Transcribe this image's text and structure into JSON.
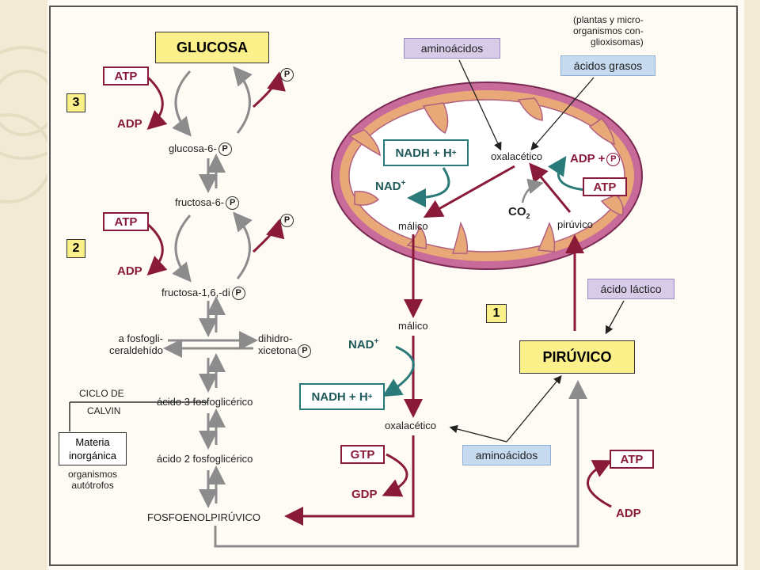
{
  "labels": {
    "glucosa": "GLUCOSA",
    "glucosa_6": "glucosa-6-",
    "fructosa_6": "fructosa-6-",
    "fructosa_16": "fructosa-1,6,-di",
    "fosfogli": "a fosfogli-",
    "ceraldehido": "ceraldehído",
    "dihidro": "dihidro-",
    "xicetona": "xicetona",
    "ciclo_de": "CICLO DE",
    "calvin": "CALVIN",
    "acido3": "ácido 3 fosfoglicérico",
    "acido2": "ácido 2 fosfoglicérico",
    "materia": "Materia",
    "inorganica": "inorgánica",
    "organismos": "organismos",
    "autotrofos": "autótrofos",
    "fosfoenol": "FOSFOENOLPIRÚVICO",
    "malico_mito": "málico",
    "malico_out": "málico",
    "oxal_mito": "oxalacético",
    "oxal_out": "oxalacético",
    "piruvico_mito": "pirúvico",
    "piruvico_box": "PIRÚVICO",
    "plantas": "(plantas y micro-",
    "organismos_con": "organismos con-",
    "glioxisomas": "glioxisomas)",
    "aminoacidos_top": "aminoácidos",
    "aminoacidos_bottom": "aminoácidos",
    "acidos_grasos": "ácidos grasos",
    "acido_lactico": "ácido láctico",
    "atp": "ATP",
    "adp": "ADP",
    "gtp": "GTP",
    "gdp": "GDP",
    "adp_plus": "ADP +",
    "nadh": "NADH + H",
    "nad": "NAD",
    "sup_plus": "+",
    "co2": "CO",
    "co2_sub": "2",
    "p": "P",
    "num1": "1",
    "num2": "2",
    "num3": "3"
  },
  "colors": {
    "background": "#f3ead6",
    "page": "#fdfbf4",
    "maroon": "#8a1a3a",
    "teal": "#2b7a7a",
    "gray_arrow": "#8c8c8c",
    "mito_outer": "#c86a9a",
    "mito_inner": "#e8a878",
    "yellow_box": "#fbf08a",
    "purple_box": "#d7cbe8",
    "blue_box": "#c6dbef"
  }
}
